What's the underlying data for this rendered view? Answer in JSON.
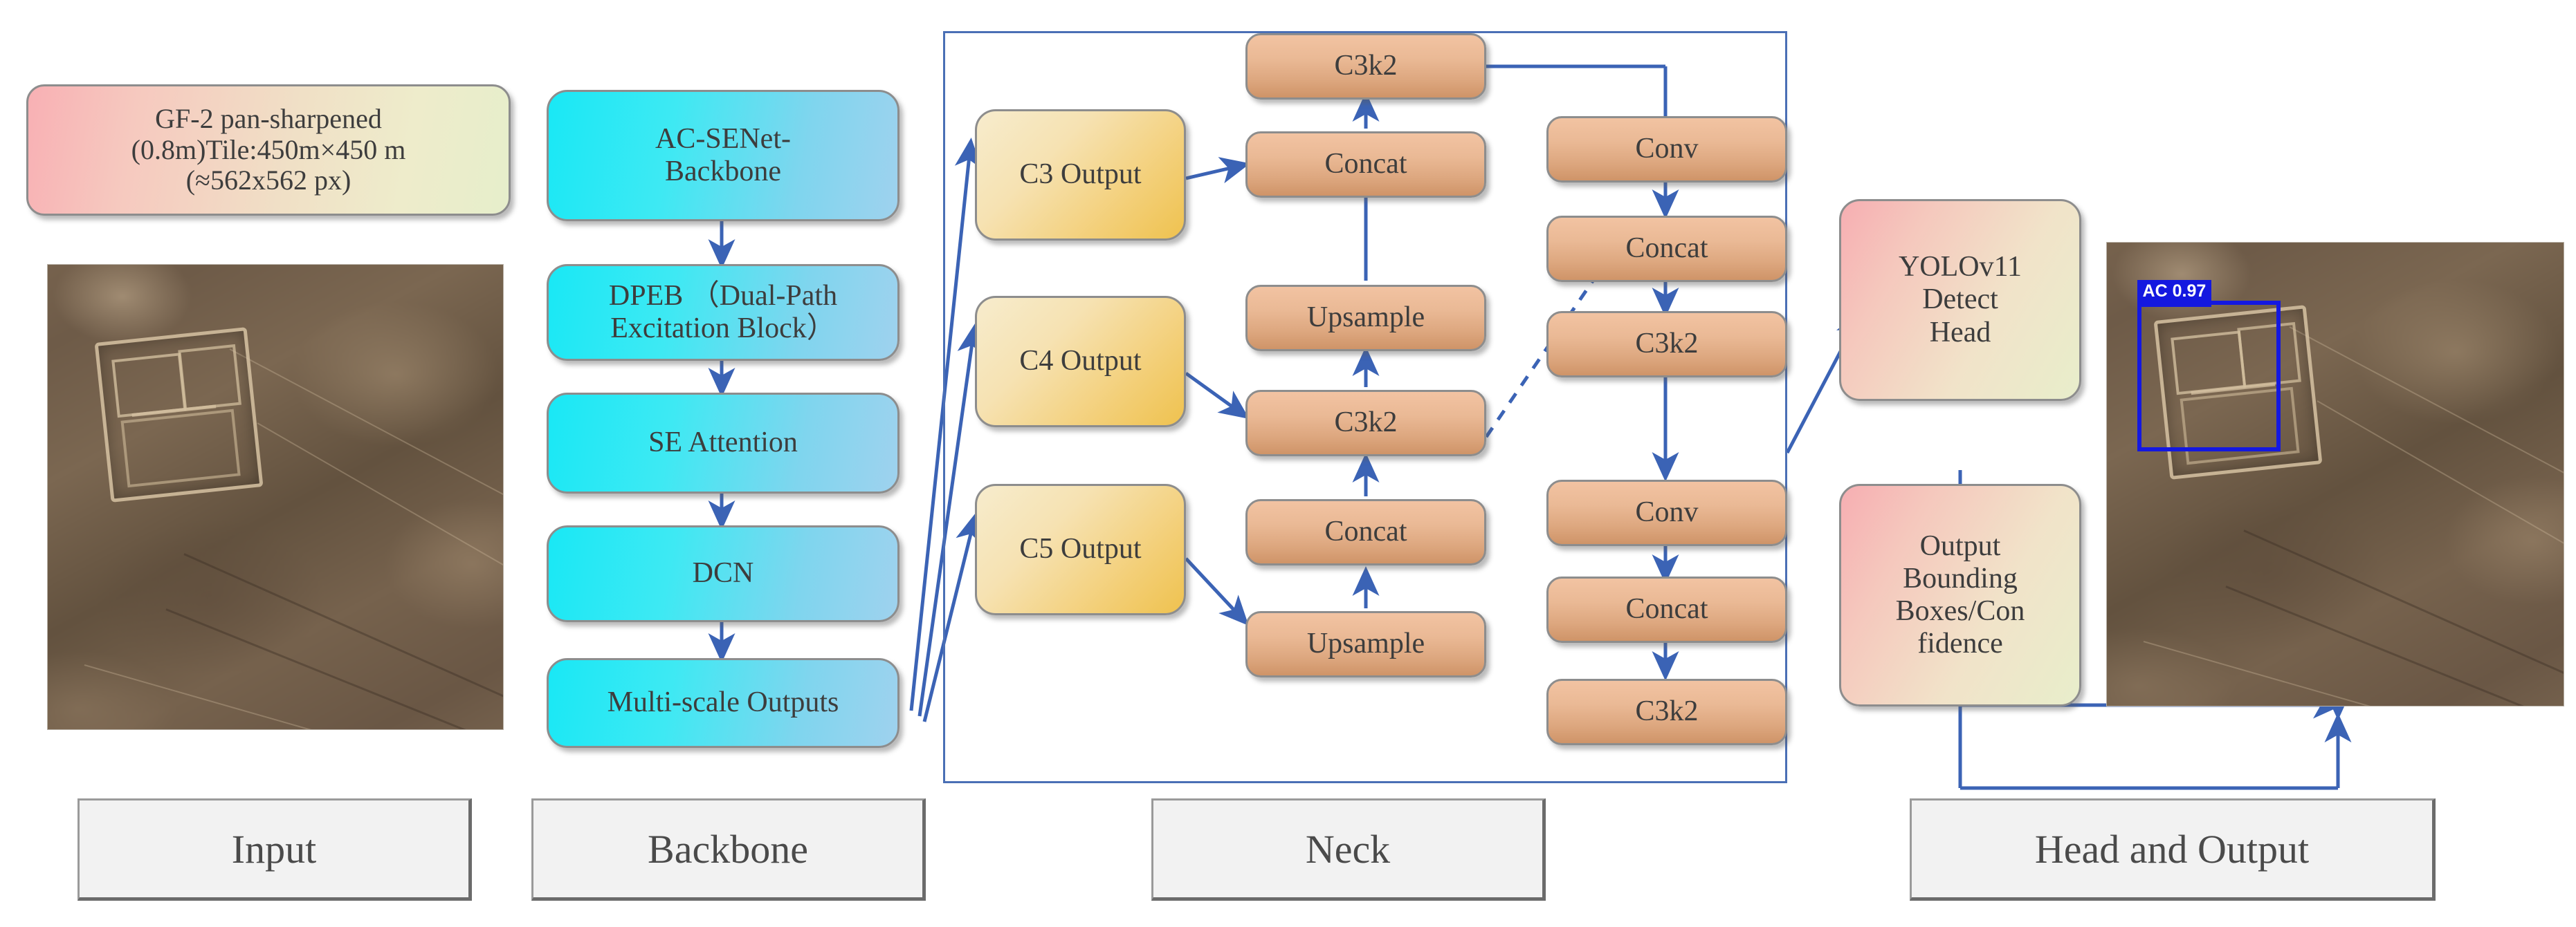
{
  "diagram": {
    "title": "AC-SENet / YOLOv11 archaeological site detection pipeline",
    "accent_arrow_color": "#3b63b5",
    "neck_border_color": "#4a6fb5",
    "detection_color": "#1418e0"
  },
  "sections": [
    {
      "id": "input",
      "label": "Input"
    },
    {
      "id": "backbone",
      "label": "Backbone"
    },
    {
      "id": "neck",
      "label": "Neck"
    },
    {
      "id": "head",
      "label": "Head and Output"
    }
  ],
  "input": {
    "meta_card": {
      "lines": [
        "GF-2 pan-sharpened",
        "(0.8m)Tile:450m×450  m",
        "(≈562x562 px)"
      ]
    },
    "image_caption": "GF-2 pan-sharpened satellite tile of an archaeological enclosure"
  },
  "backbone": {
    "nodes": [
      {
        "id": "ac-senet-backbone",
        "label": "AC-SENet-\nBackbone"
      },
      {
        "id": "dpeb",
        "label": "DPEB （Dual-Path\nExcitation Block）"
      },
      {
        "id": "se-attention",
        "label": "SE Attention"
      },
      {
        "id": "dcn",
        "label": "DCN"
      },
      {
        "id": "multi-scale-outputs",
        "label": "Multi-scale  Outputs"
      }
    ]
  },
  "neck": {
    "feature_nodes": [
      {
        "id": "c3-output",
        "label": "C3 Output"
      },
      {
        "id": "c4-output",
        "label": "C4 Output"
      },
      {
        "id": "c5-output",
        "label": "C5 Output"
      }
    ],
    "mid_nodes": [
      {
        "id": "c3k2-top",
        "label": "C3k2"
      },
      {
        "id": "concat-top",
        "label": "Concat"
      },
      {
        "id": "upsample-upper",
        "label": "Upsample"
      },
      {
        "id": "c3k2-mid",
        "label": "C3k2"
      },
      {
        "id": "concat-lower",
        "label": "Concat"
      },
      {
        "id": "upsample-lower",
        "label": "Upsample"
      }
    ],
    "right_nodes": [
      {
        "id": "conv-upper",
        "label": "Conv"
      },
      {
        "id": "concat-right-upper",
        "label": "Concat"
      },
      {
        "id": "c3k2-right-upper",
        "label": "C3k2"
      },
      {
        "id": "conv-lower",
        "label": "Conv"
      },
      {
        "id": "concat-right-lower",
        "label": "Concat"
      },
      {
        "id": "c3k2-right-lower",
        "label": "C3k2"
      }
    ]
  },
  "head": {
    "nodes": [
      {
        "id": "yolov11-detect-head",
        "label": "YOLOv11\nDetect\nHead"
      },
      {
        "id": "output-bounding-boxes",
        "label": "Output\nBounding\nBoxes/Con\nfidence"
      }
    ]
  },
  "output": {
    "detection": {
      "class_label": "AC",
      "confidence": "0.97",
      "full_label": "AC  0.97"
    },
    "image_caption": "Detection result with predicted bounding box"
  }
}
